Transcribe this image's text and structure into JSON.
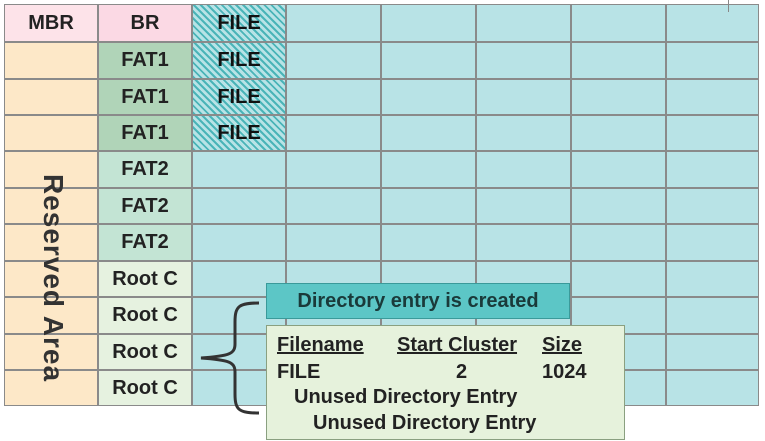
{
  "columns": {
    "mbr": {
      "header": "MBR",
      "reserved_label": "Reserved Area"
    },
    "br": {
      "header": "BR",
      "rows": [
        "FAT1",
        "FAT1",
        "FAT1",
        "FAT2",
        "FAT2",
        "FAT2",
        "Root C",
        "Root C",
        "Root C",
        "Root C"
      ]
    },
    "file_cells": [
      "FILE",
      "FILE",
      "FILE",
      "FILE"
    ]
  },
  "callout": {
    "text": "Directory entry is created"
  },
  "directory_table": {
    "headers": [
      "Filename",
      "Start Cluster",
      "Size"
    ],
    "row": {
      "filename": "FILE",
      "start_cluster": "2",
      "size": "1024"
    },
    "unused": [
      "Unused Directory Entry",
      "Unused Directory Entry"
    ]
  },
  "colors": {
    "data_cell": "#b8e3e6",
    "file_hatch": "#4ab4b8",
    "fat1": "#b0d4b8",
    "fat2": "#c3e4d4",
    "root": "#e6f2e0",
    "reserved": "#fde8c8",
    "callout": "#5cc6c6"
  }
}
